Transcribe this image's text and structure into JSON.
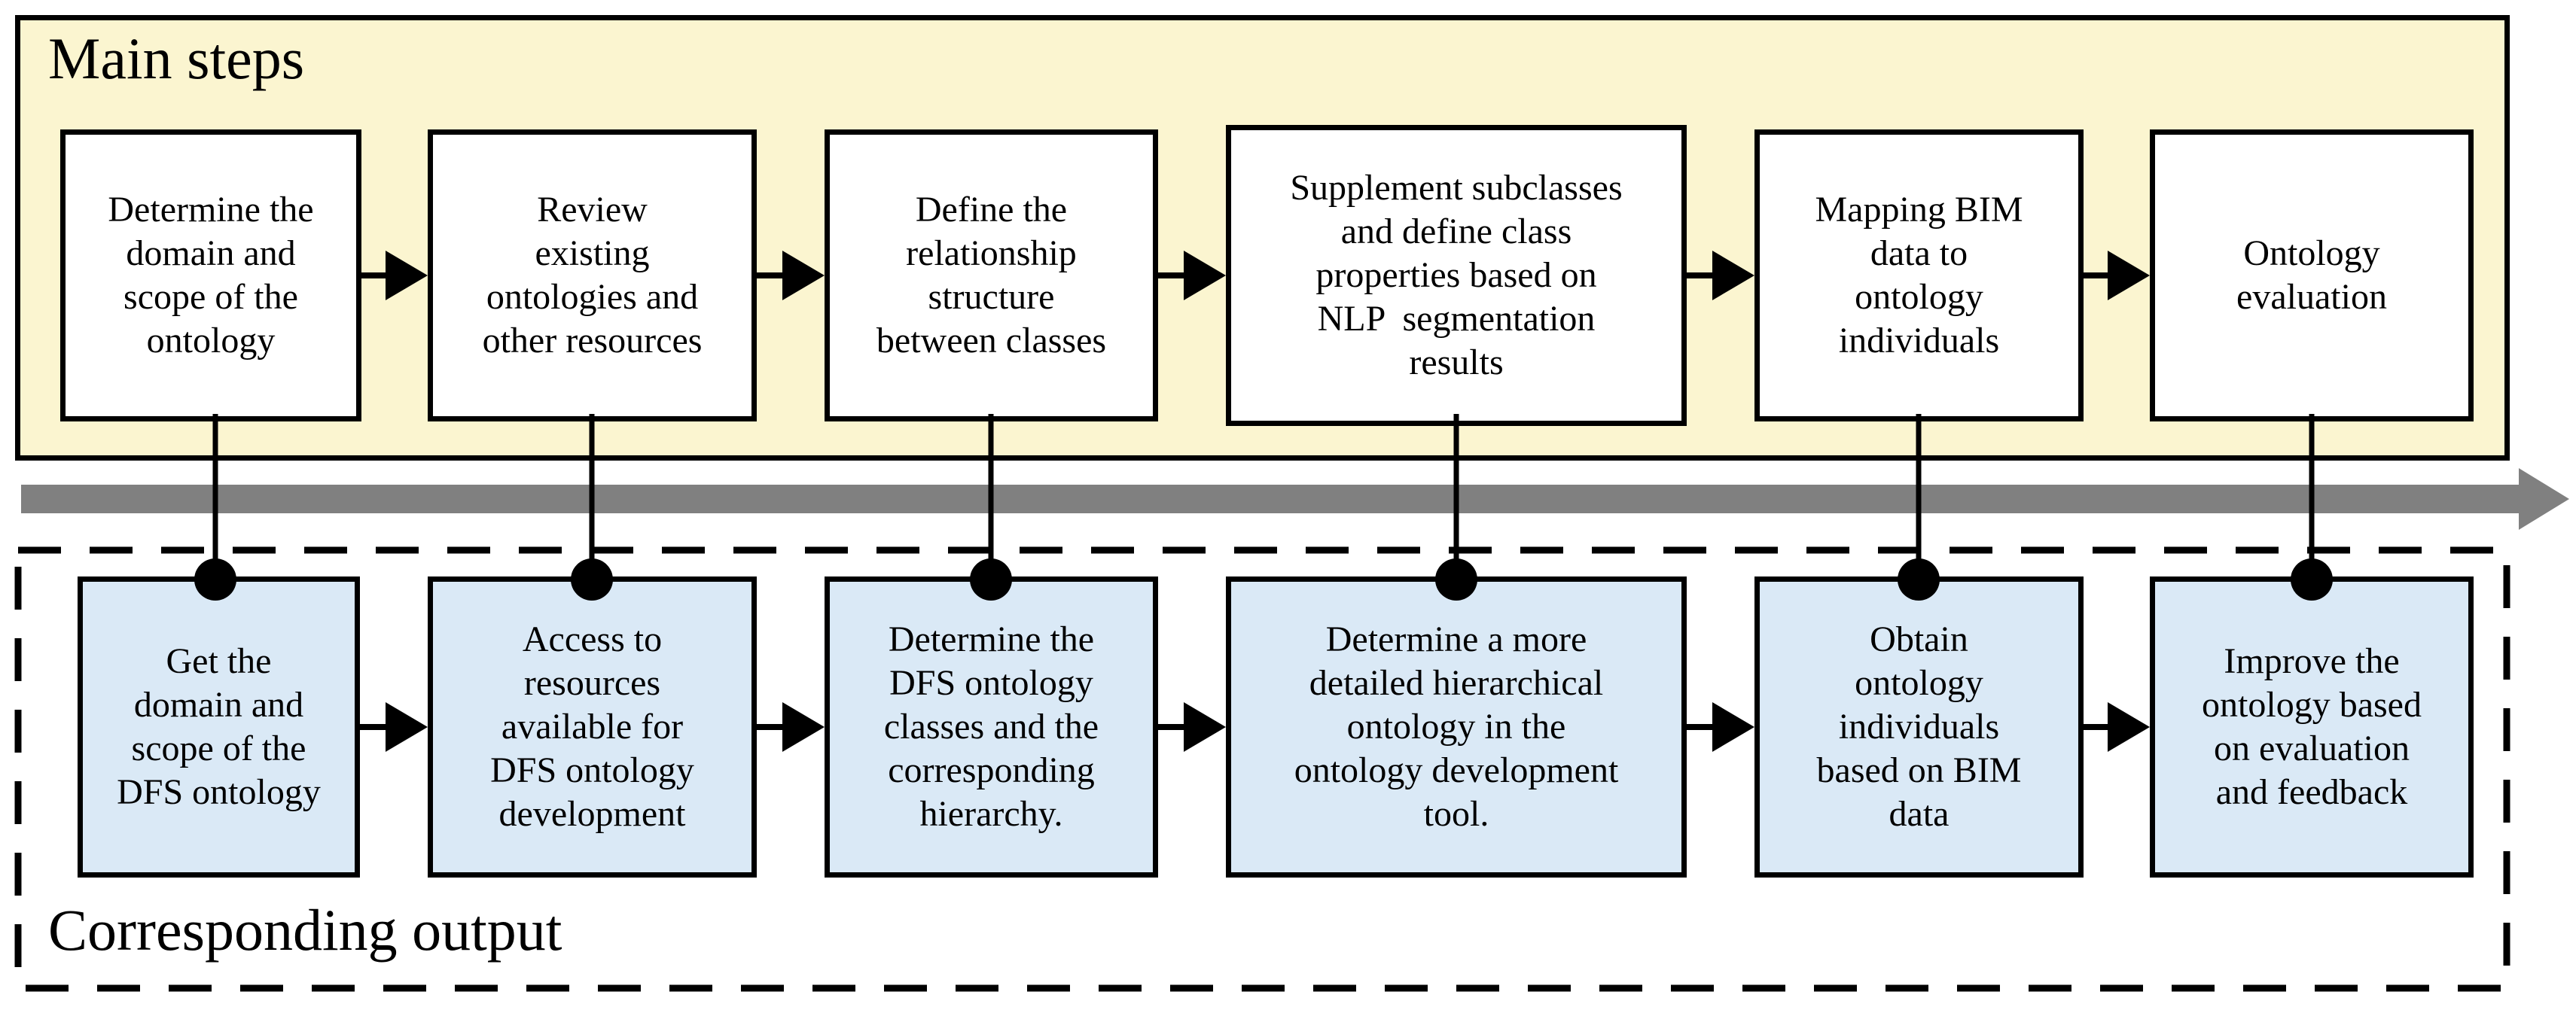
{
  "top_panel": {
    "title": "Main steps",
    "boxes": [
      {
        "text": "Determine the\ndomain and\nscope of the\nontology"
      },
      {
        "text": "Review\nexisting\nontologies and\nother resources"
      },
      {
        "text": "Define the\nrelationship\nstructure\nbetween classes"
      },
      {
        "text": "Supplement subclasses\nand define class\nproperties based on\nNLP  segmentation\nresults"
      },
      {
        "text": "Mapping BIM\ndata to\nontology\nindividuals"
      },
      {
        "text": "Ontology\nevaluation"
      }
    ]
  },
  "bottom_panel": {
    "title": "Corresponding output",
    "boxes": [
      {
        "text": "Get the\ndomain and\nscope of the\nDFS ontology"
      },
      {
        "text": "Access to\nresources\navailable for\nDFS ontology\ndevelopment"
      },
      {
        "text": "Determine the\nDFS ontology\nclasses and the\ncorresponding\nhierarchy."
      },
      {
        "text": "Determine a more\ndetailed hierarchical\nontology in the\nontology development\ntool."
      },
      {
        "text": "Obtain\nontology\nindividuals\nbased on BIM\ndata"
      },
      {
        "text": "Improve the\nontology based\non evaluation\nand feedback"
      }
    ]
  },
  "colors": {
    "panel_yellow": "#FBF5D0",
    "box_blue": "#DAE9F6",
    "arrow_gray": "#808080",
    "outline_black": "#000000"
  }
}
